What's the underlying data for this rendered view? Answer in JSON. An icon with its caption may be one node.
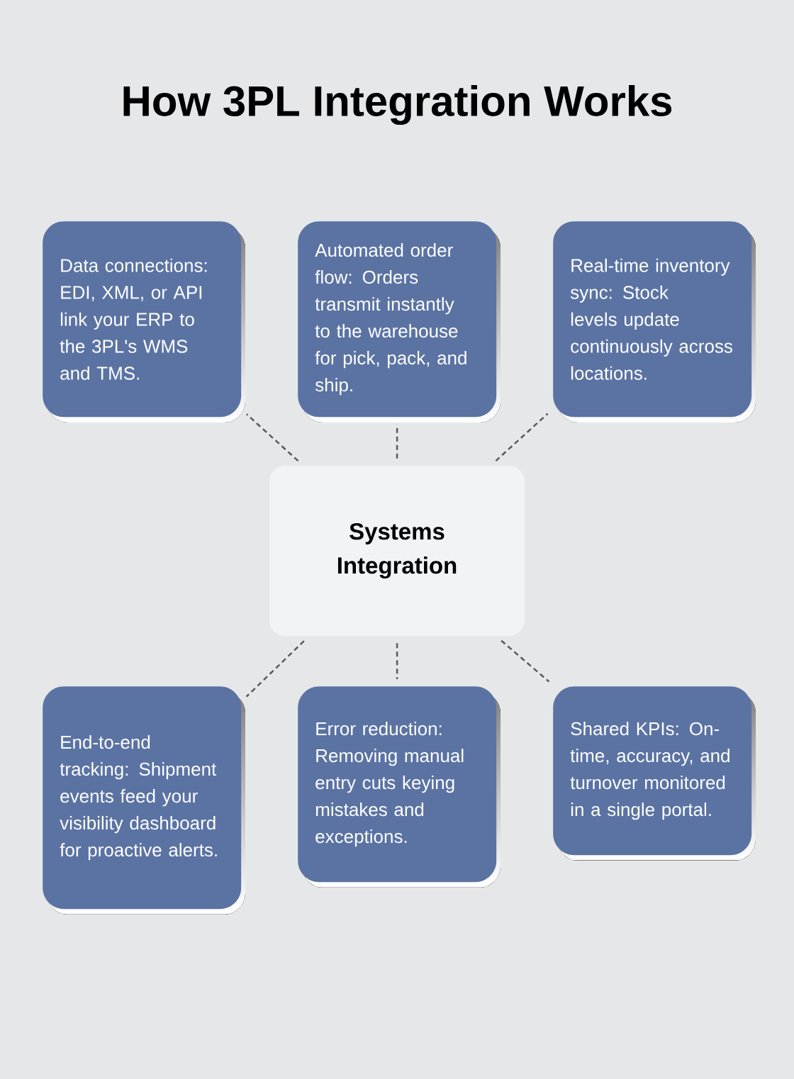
{
  "diagram": {
    "title": "How 3PL Integration Works",
    "nodes": [
      {
        "text": [
          "Data connections: EDI, XML, or API link your ERP to the 3PL's WMS and TMS."
        ]
      },
      {
        "text": [
          "Automated order flow: Orders transmit instantly to the warehouse for pick, pack, and ship."
        ]
      },
      {
        "text": [
          "Real-time inventory sync: Stock levels update continuously across locations."
        ]
      },
      {
        "text": [
          "Systems Integration"
        ]
      },
      {
        "text": [
          "End-to-end tracking: Shipment events feed your visibility dashboard for proactive alerts."
        ]
      },
      {
        "text": [
          "Error reduction: Removing manual entry cuts keying mistakes and exceptions."
        ]
      },
      {
        "text": [
          "Shared KPIs: On-time, accuracy, and turnover monitored in a single portal."
        ]
      }
    ],
    "edges": [
      {
        "from": 3,
        "to": 0,
        "arrow": "none",
        "style": "dashed"
      },
      {
        "from": 3,
        "to": 1,
        "arrow": "none",
        "style": "dashed"
      },
      {
        "from": 3,
        "to": 2,
        "arrow": "none",
        "style": "dashed"
      },
      {
        "from": 3,
        "to": 4,
        "arrow": "none",
        "style": "dashed"
      },
      {
        "from": 3,
        "to": 5,
        "arrow": "none",
        "style": "dashed"
      },
      {
        "from": 3,
        "to": 6,
        "arrow": "none",
        "style": "dashed"
      }
    ]
  }
}
